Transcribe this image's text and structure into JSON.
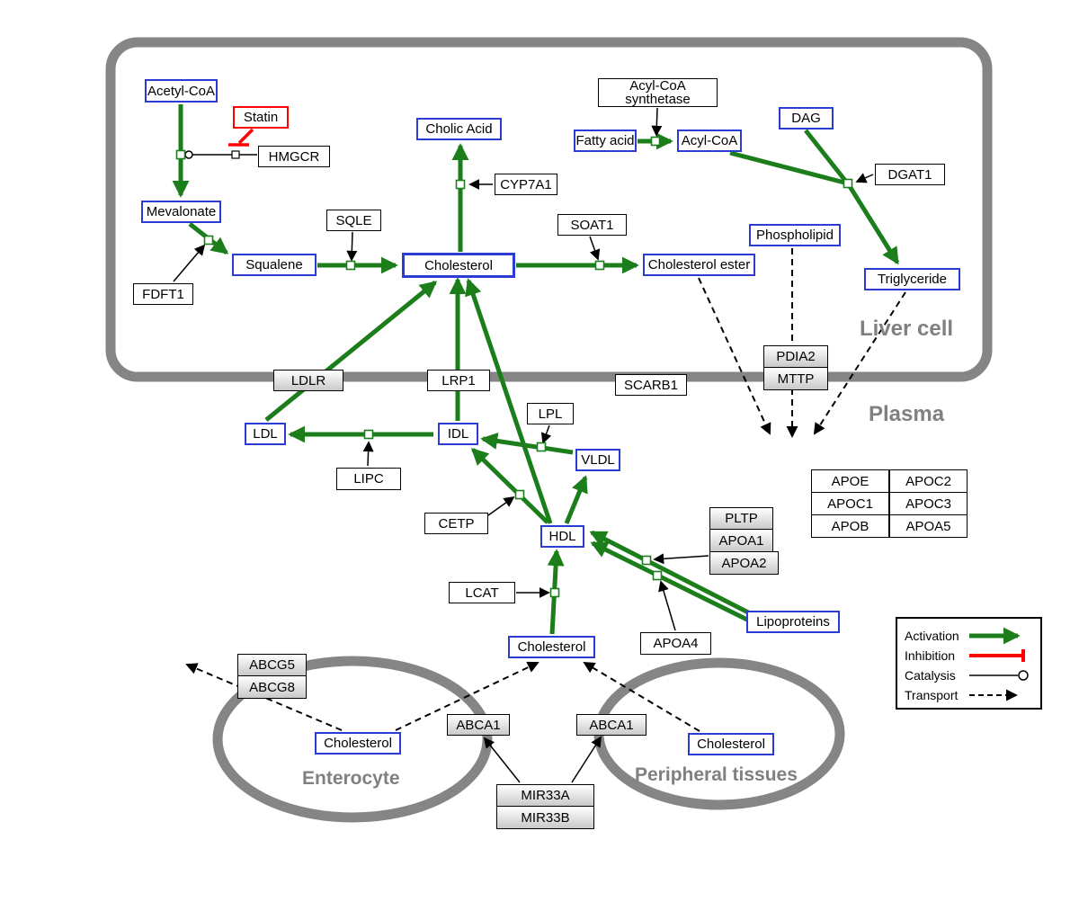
{
  "regions": {
    "liver": "Liver cell",
    "plasma": "Plasma",
    "enterocyte": "Enterocyte",
    "peripheral": "Peripheral tissues"
  },
  "nodes": {
    "acetyl_coa": "Acetyl-CoA",
    "statin": "Statin",
    "hmgcr": "HMGCR",
    "mevalonate": "Mevalonate",
    "fdft1": "FDFT1",
    "squalene": "Squalene",
    "sqle": "SQLE",
    "cholic_acid": "Cholic Acid",
    "cyp7a1": "CYP7A1",
    "cholesterol_liver": "Cholesterol",
    "soat1": "SOAT1",
    "cholesterol_ester": "Cholesterol ester",
    "acyl_coa_synthetase": {
      "line1": "Acyl-CoA",
      "line2": "synthetase"
    },
    "fatty_acid": "Fatty acid",
    "acyl_coa": "Acyl-CoA",
    "dag": "DAG",
    "dgat1": "DGAT1",
    "phospholipid": "Phospholipid",
    "triglyceride": "Triglyceride",
    "ldlr": "LDLR",
    "lrp1": "LRP1",
    "scarb1": "SCARB1",
    "pdia2": "PDIA2",
    "mttp": "MTTP",
    "ldl": "LDL",
    "idl": "IDL",
    "lipc": "LIPC",
    "lpl": "LPL",
    "vldl": "VLDL",
    "cetp": "CETP",
    "hdl": "HDL",
    "pltp": "PLTP",
    "apoa1": "APOA1",
    "apoa2": "APOA2",
    "lcat": "LCAT",
    "apoa4": "APOA4",
    "lipoproteins": "Lipoproteins",
    "cholesterol_plasma": "Cholesterol",
    "abcg5": "ABCG5",
    "abcg8": "ABCG8",
    "cholesterol_enterocyte": "Cholesterol",
    "abca1_left": "ABCA1",
    "abca1_right": "ABCA1",
    "cholesterol_peripheral": "Cholesterol",
    "mir33a": "MIR33A",
    "mir33b": "MIR33B"
  },
  "apo_table": {
    "rows": [
      [
        "APOE",
        "APOC2"
      ],
      [
        "APOC1",
        "APOC3"
      ],
      [
        "APOB",
        "APOA5"
      ]
    ]
  },
  "legend": {
    "activation": "Activation",
    "inhibition": "Inhibition",
    "catalysis": "Catalysis",
    "transport": "Transport"
  },
  "colors": {
    "activation_green": "#1b7e1b",
    "inhibition_red": "#ff0000",
    "metabolite_blue": "#2a3cd2",
    "membrane_gray": "#858585",
    "region_label_gray": "#808080"
  }
}
